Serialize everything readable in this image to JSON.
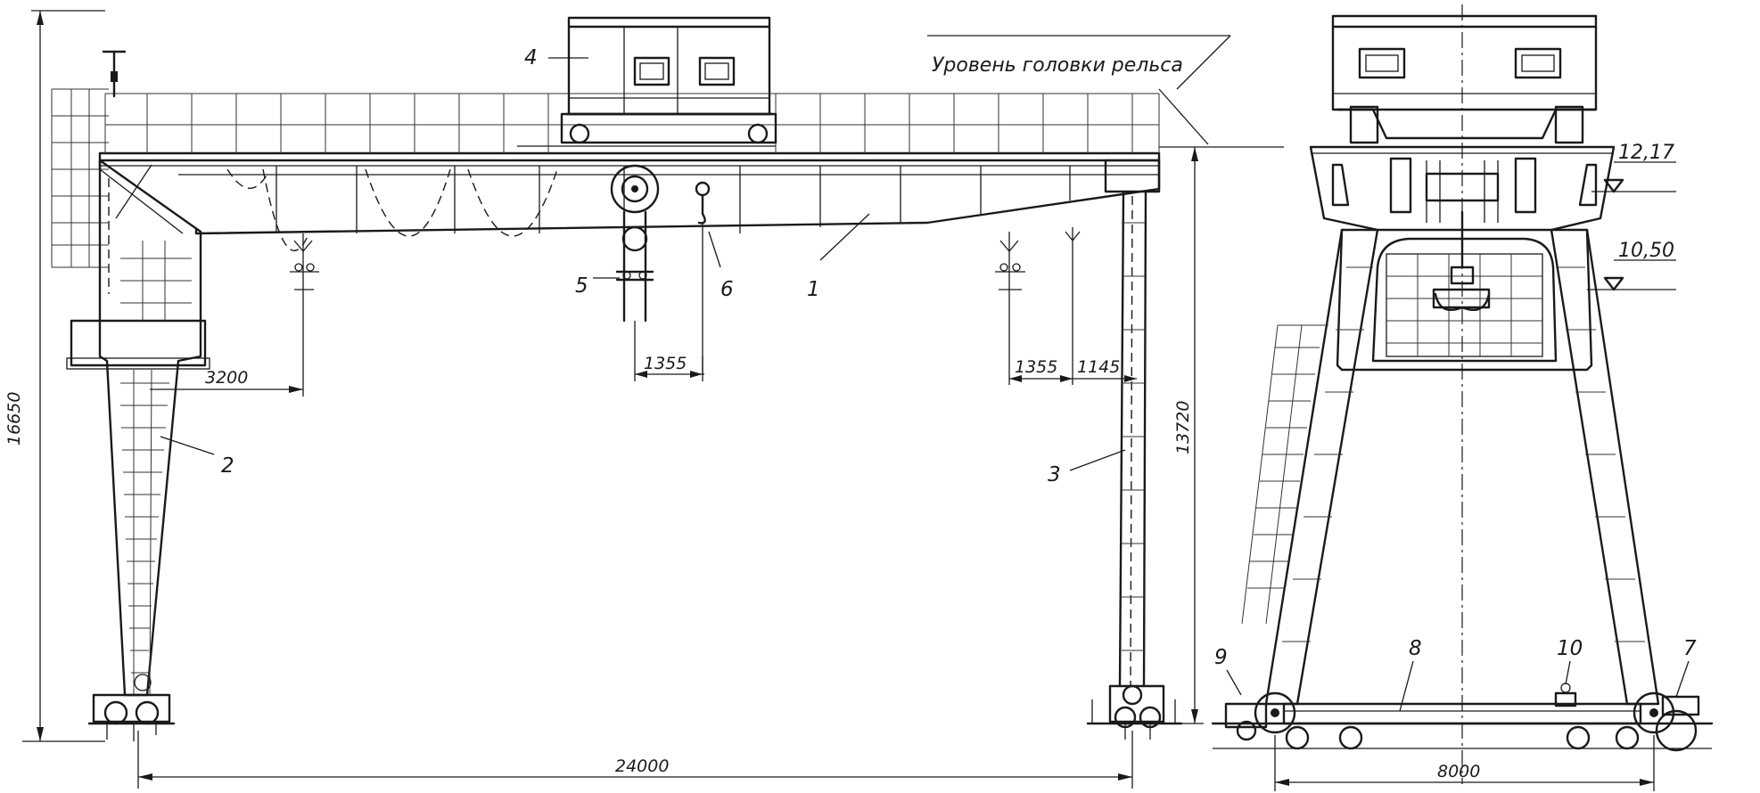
{
  "labels": {
    "rail_level": "Уровень головки рельса",
    "parts": [
      "1",
      "2",
      "3",
      "4",
      "5",
      "6",
      "7",
      "8",
      "9",
      "10"
    ]
  },
  "dimensions": {
    "overall_height": "16650",
    "rail_height": "13720",
    "span": "24000",
    "hook_offset_left": "3200",
    "hook_offset_center": "1355",
    "hook_offset_right": "1355",
    "hook_to_leg": "1145",
    "base_width": "8000",
    "elevation_upper": "12,17",
    "elevation_lower": "10,50"
  }
}
